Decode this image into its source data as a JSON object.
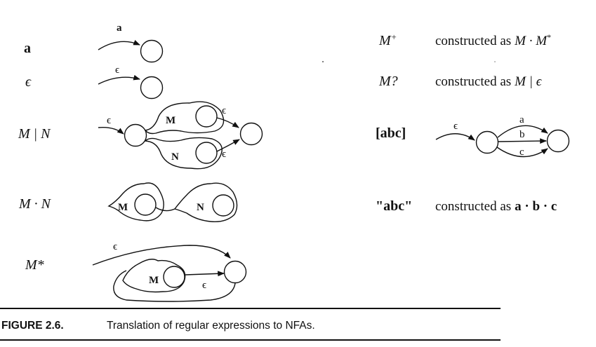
{
  "left_rows": [
    {
      "expr": "a",
      "edge": "a"
    },
    {
      "expr": "ϵ",
      "edge": "ϵ"
    },
    {
      "expr": "M | N",
      "eps_in": "ϵ",
      "sub1": "M",
      "sub2": "N",
      "eps_out1": "ϵ",
      "eps_out2": "ϵ"
    },
    {
      "expr": "M · N",
      "sub1": "M",
      "sub2": "N"
    },
    {
      "expr": "M*",
      "eps_top": "ϵ",
      "sub": "M",
      "eps_inner": "ϵ"
    }
  ],
  "right_rows": [
    {
      "expr": "M",
      "sup": "+",
      "desc": "constructed as",
      "desc_expr": "M · M",
      "desc_sup": "*"
    },
    {
      "expr": "M?",
      "desc": "constructed as",
      "desc_expr": "M | ϵ"
    },
    {
      "expr": "[abc]",
      "eps_in": "ϵ",
      "edges": [
        "a",
        "b",
        "c"
      ]
    },
    {
      "expr": "\"abc\"",
      "desc": "constructed as",
      "desc_expr": "a · b · c"
    }
  ],
  "caption": {
    "number": "FIGURE 2.6.",
    "text": "Translation of regular expressions to NFAs."
  }
}
